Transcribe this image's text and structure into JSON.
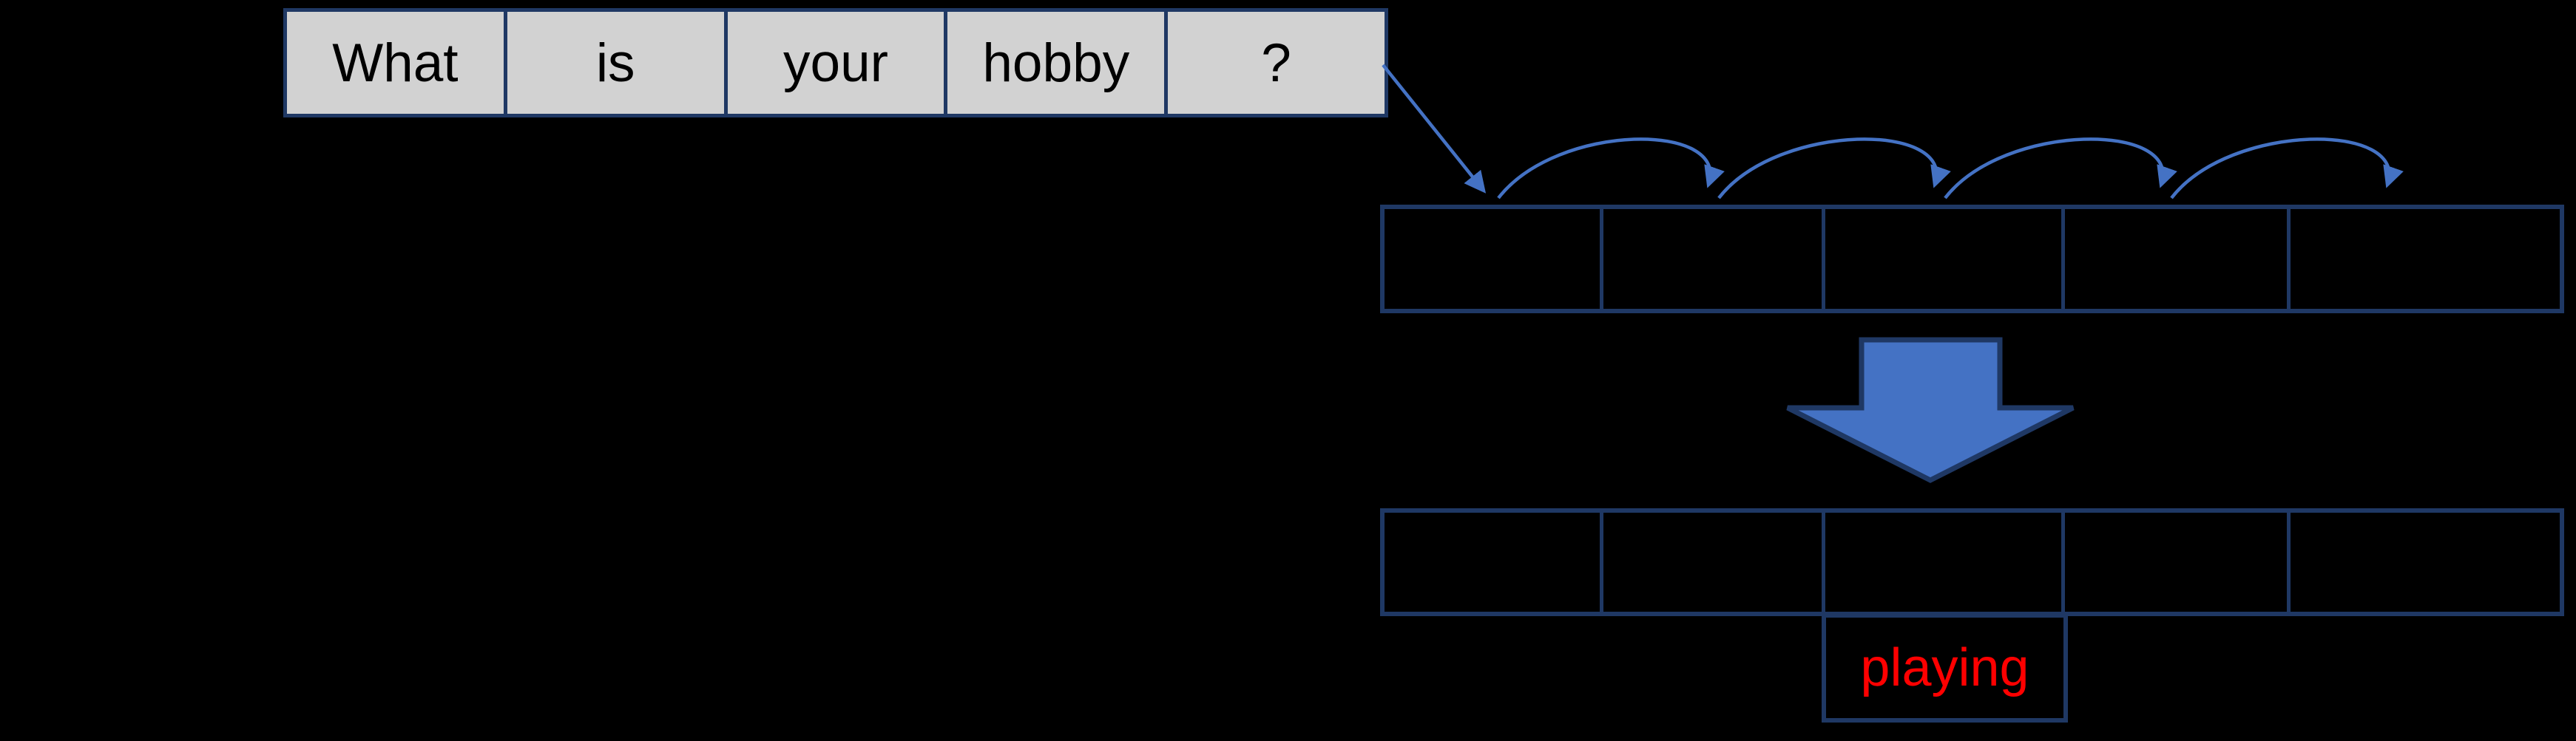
{
  "colors": {
    "background": "#000000",
    "cell_fill": "#D2D2D2",
    "border_navy": "#1F3864",
    "arrow_blue": "#4472C4",
    "prediction_red": "#FF0000",
    "token_text": "#000000"
  },
  "source_sentence": {
    "tokens": [
      "What",
      "is",
      "your",
      "hobby",
      "?"
    ]
  },
  "hidden_row": {
    "cell_count": 5
  },
  "output_row": {
    "cell_count": 5
  },
  "prediction": {
    "label": "playing"
  },
  "icons": {
    "input_flow": "diagonal-arrow-icon",
    "sequence_hops": "curved-hop-arrow-icon",
    "transform": "block-down-arrow-icon"
  }
}
